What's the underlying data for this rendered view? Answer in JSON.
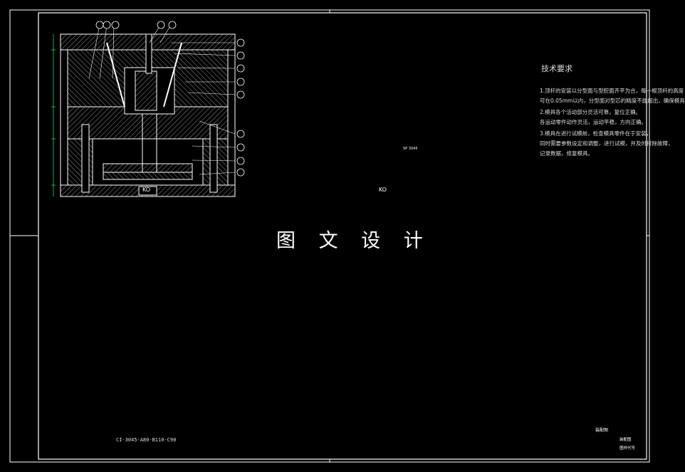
{
  "watermark": "图 文 设 计",
  "tech_requirements": {
    "title": "技术要求",
    "lines": [
      "1.顶杆的安装以分型面与型腔面齐平为合，每一根顶杆的高度",
      "  可在0.05mm以内，分型面对型芯的精度不能超出，确保模具",
      "2.模具各个活动部分灵活可靠，复位正确。",
      "  各运动零件动作灵活，运动平稳，方向正确。",
      "3.模具在进行试模前，检查模具零件在于安装，",
      "  同时需要参数设定和调整，进行试模，并及时排除故障，",
      "  记录数据，修复模具。"
    ]
  },
  "model_code": "CI-3045-A80-B110-C90",
  "labels": {
    "kd_left": "KO",
    "kd_right": "KO",
    "sp_label": "SP 3045"
  },
  "title_block": {
    "drawing_name": "装配图",
    "sheet_label": "装配图",
    "code_label": "图样代号"
  },
  "colors": {
    "line": "#ffffff",
    "hatch": "#cccccc",
    "cyan": "#00e5ff",
    "magenta": "#ff3df2",
    "red": "#ff3030",
    "green": "#00ff66",
    "yellow": "#ffee00"
  }
}
